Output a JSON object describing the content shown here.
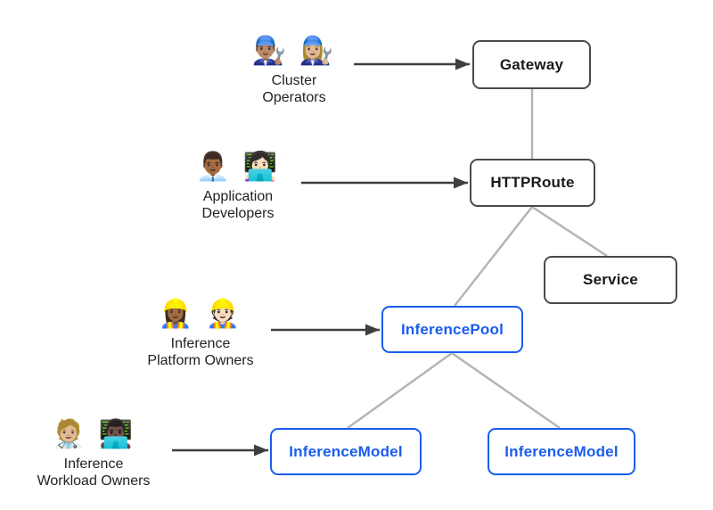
{
  "diagram": {
    "colors": {
      "background": "#ffffff",
      "standard_border": "#4a4a4a",
      "standard_text": "#1a1a1a",
      "extension_border": "#1a5cf0",
      "extension_text": "#1a5cf0",
      "connector": "#b5b5b5",
      "arrow": "#3f3f3f"
    },
    "nodes": {
      "gateway": {
        "label": "Gateway",
        "style": "standard"
      },
      "httproute": {
        "label": "HTTPRoute",
        "style": "standard"
      },
      "service": {
        "label": "Service",
        "style": "standard"
      },
      "inferencepool": {
        "label": "InferencePool",
        "style": "extension"
      },
      "inferencemodel_left": {
        "label": "InferenceModel",
        "style": "extension"
      },
      "inferencemodel_right": {
        "label": "InferenceModel",
        "style": "extension"
      }
    },
    "personas": [
      {
        "id": "cluster-operators",
        "emojis": "👨🏽‍🔧 👩🏼‍🔧",
        "line1": "Cluster",
        "line2": "Operators",
        "points_to": "gateway"
      },
      {
        "id": "application-developers",
        "emojis": "👨🏾‍💼 👩🏻‍💻",
        "line1": "Application",
        "line2": "Developers",
        "points_to": "httproute"
      },
      {
        "id": "inference-platform-owners",
        "emojis": "👷🏾‍♀️ 👷🏻",
        "line1": "Inference",
        "line2": "Platform Owners",
        "points_to": "inferencepool"
      },
      {
        "id": "inference-workload-owners",
        "emojis": "🧑🏼‍⚕️ 👨🏿‍💻",
        "line1": "Inference",
        "line2": "Workload Owners",
        "points_to": "inferencemodel_left"
      }
    ],
    "edges": [
      {
        "from": "gateway",
        "to": "httproute",
        "type": "line"
      },
      {
        "from": "httproute",
        "to": "service",
        "type": "line"
      },
      {
        "from": "httproute",
        "to": "inferencepool",
        "type": "line"
      },
      {
        "from": "inferencepool",
        "to": "inferencemodel_left",
        "type": "line"
      },
      {
        "from": "inferencepool",
        "to": "inferencemodel_right",
        "type": "line"
      },
      {
        "from": "cluster-operators",
        "to": "gateway",
        "type": "arrow"
      },
      {
        "from": "application-developers",
        "to": "httproute",
        "type": "arrow"
      },
      {
        "from": "inference-platform-owners",
        "to": "inferencepool",
        "type": "arrow"
      },
      {
        "from": "inference-workload-owners",
        "to": "inferencemodel_left",
        "type": "arrow"
      }
    ]
  }
}
